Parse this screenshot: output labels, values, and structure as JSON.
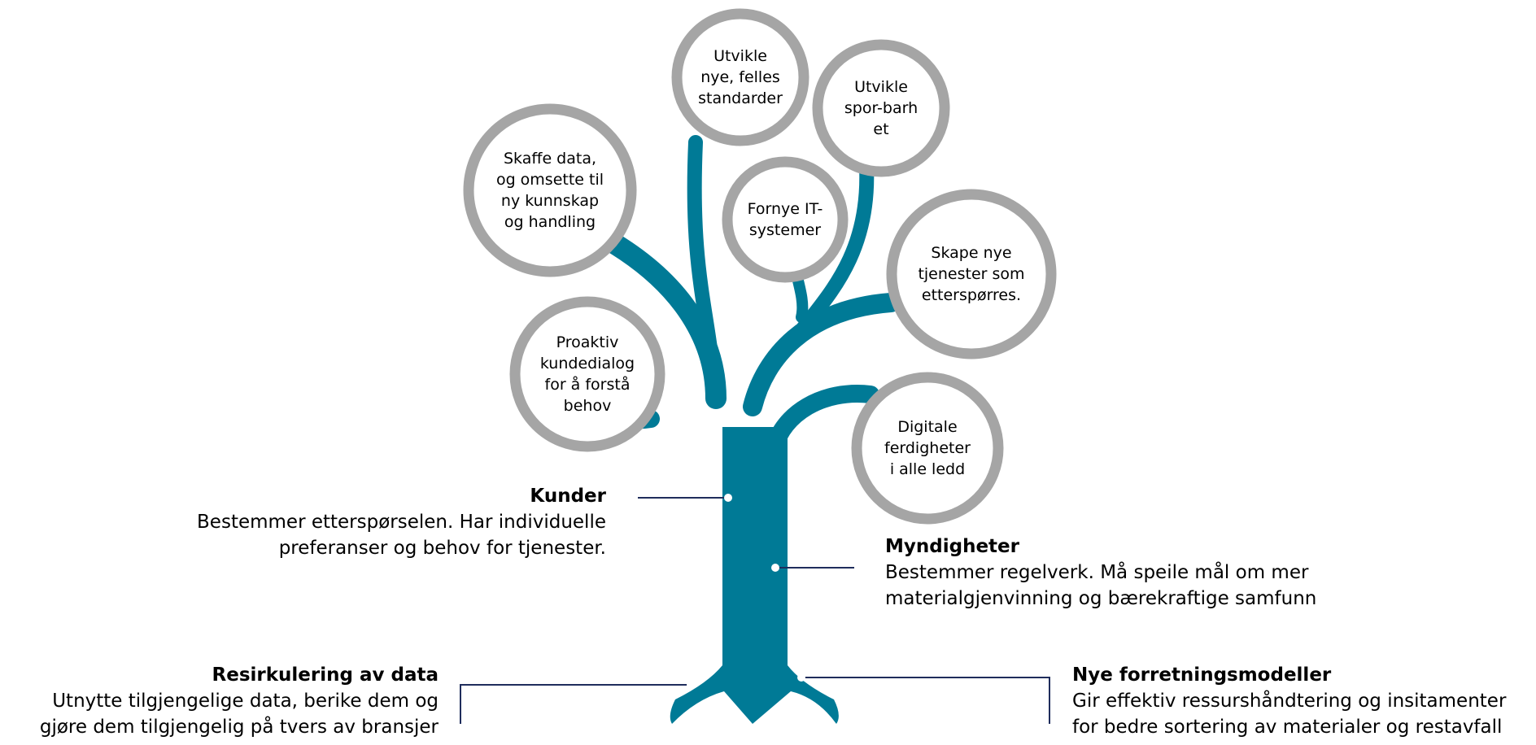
{
  "colors": {
    "trunk": "#007a96",
    "circle_ring": "#a5a5a5",
    "connector": "#1f2d5c",
    "text": "#000000"
  },
  "branches": [
    {
      "id": "proaktiv",
      "text": "Proaktiv\nkundedialog\nfor å forstå\nbehov"
    },
    {
      "id": "skaffe",
      "text": "Skaffe data,\nog omsette til\nny kunnskap\nog handling"
    },
    {
      "id": "standarder",
      "text": "Utvikle\nnye, felles\nstandarder"
    },
    {
      "id": "it",
      "text": "Fornye IT-\nsystemer"
    },
    {
      "id": "sporbarhet",
      "text": "Utvikle\nspor-barh\net"
    },
    {
      "id": "tjenester",
      "text": "Skape nye\ntjenester som\netterspørres."
    },
    {
      "id": "digitale",
      "text": "Digitale\nferdigheter\ni alle ledd"
    }
  ],
  "labels": {
    "kunder": {
      "title": "Kunder",
      "desc": "Bestemmer etterspørselen. Har individuelle\npreferanser og behov for tjenester."
    },
    "myndigheter": {
      "title": "Myndigheter",
      "desc": "Bestemmer regelverk. Må speile mål om mer\nmaterialgjenvinning og bærekraftige samfunn"
    },
    "resirkulering": {
      "title": "Resirkulering av data",
      "desc": "Utnytte tilgjengelige data, berike dem og\ngjøre dem tilgjengelig på tvers av bransjer"
    },
    "forretningsmodeller": {
      "title": "Nye forretningsmodeller",
      "desc": "Gir effektiv ressurshåndtering og insitamenter\nfor bedre sortering av materialer og restavfall"
    }
  }
}
